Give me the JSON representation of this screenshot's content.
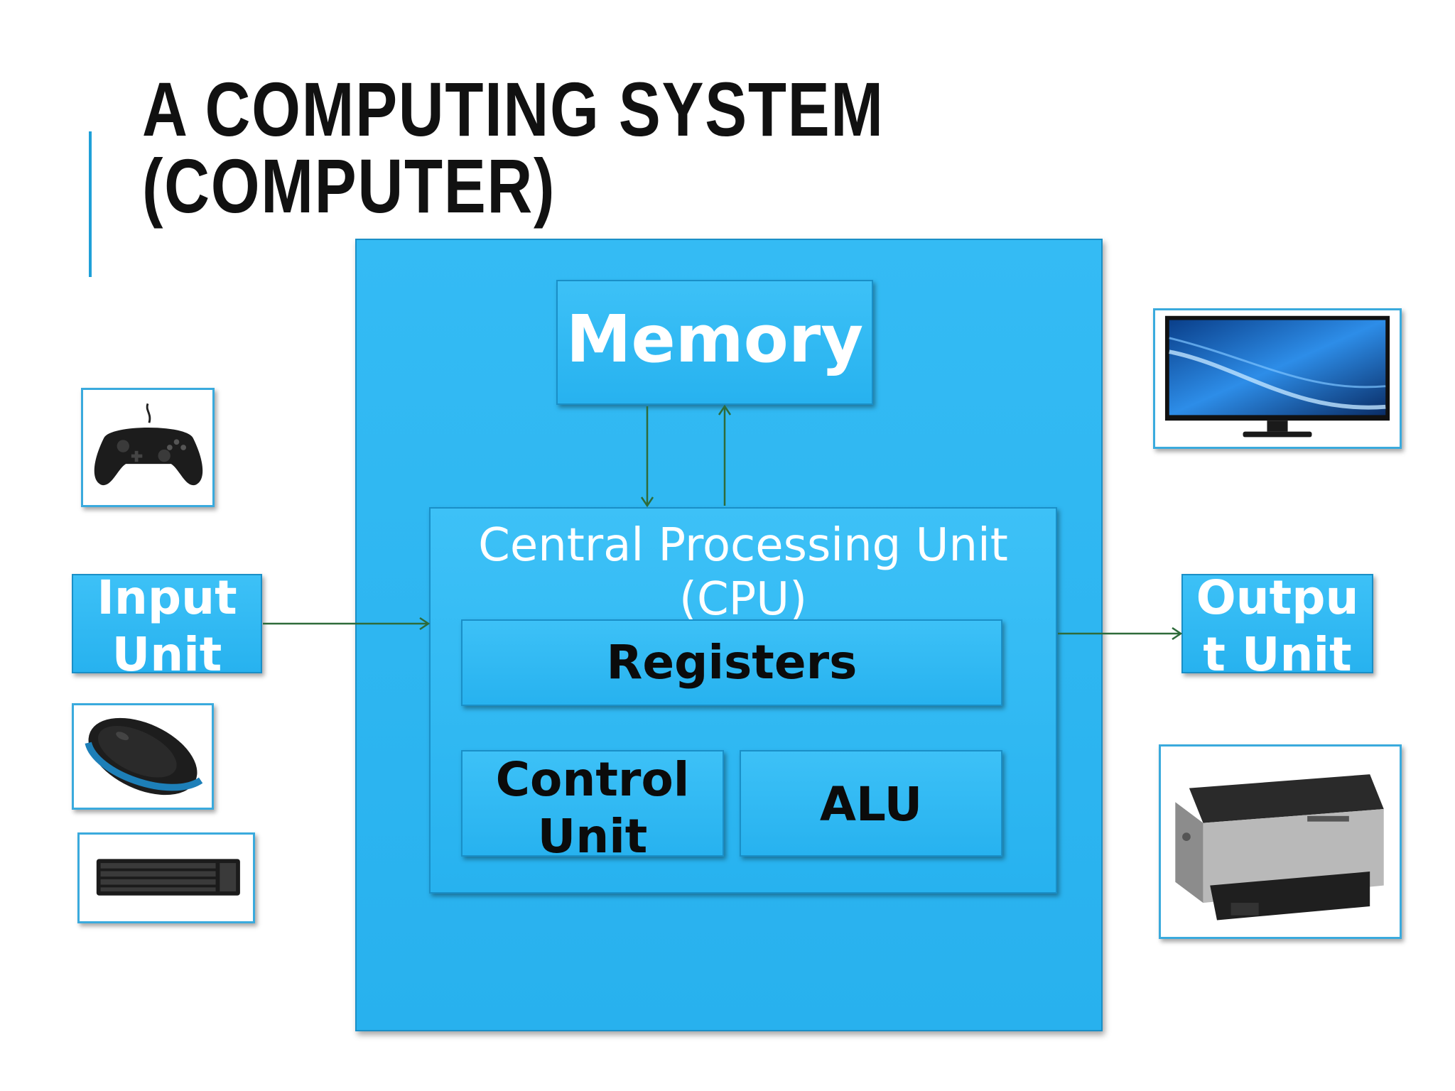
{
  "slide": {
    "title_line1": "A COMPUTING SYSTEM",
    "title_line2": "(COMPUTER)"
  },
  "diagram": {
    "memory": "Memory",
    "cpu_line1": "Central Processing Unit",
    "cpu_line2": "(CPU)",
    "registers": "Registers",
    "control_line1": "Control",
    "control_line2": "Unit",
    "alu": "ALU",
    "input_line1": "Input",
    "input_line2": "Unit",
    "output_line1": "Outpu",
    "output_line2": "t Unit"
  },
  "devices": {
    "input": [
      "gamepad",
      "mouse",
      "keyboard"
    ],
    "output": [
      "monitor",
      "printer"
    ]
  },
  "colors": {
    "box_fill": "#2fb6f1",
    "arrow": "#2e6b3a",
    "accent_bar": "#1fa0d8",
    "title": "#111111"
  }
}
